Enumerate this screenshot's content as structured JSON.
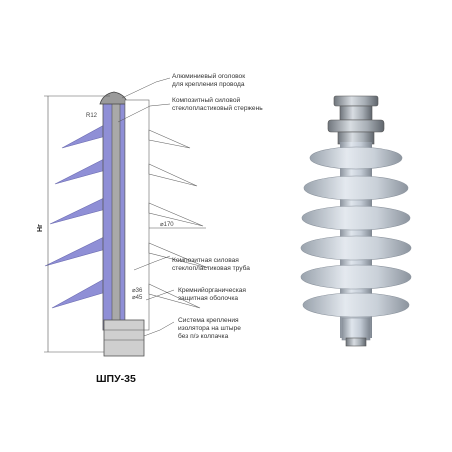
{
  "labels": {
    "cap": [
      "Алюминиевый оголовок",
      "для крепления провода"
    ],
    "rod": [
      "Композитный силовой",
      "стеклопластиковый стержень"
    ],
    "tube": [
      "Композитная силовая",
      "стеклопластиковая труба"
    ],
    "shell": [
      "Кремнийорганическая",
      "защитная оболочка"
    ],
    "mount": [
      "Система крепления",
      "изолятора на штыре",
      "без п/э колпачка"
    ]
  },
  "dimensions": {
    "radius": "R12",
    "shed_diameter": "⌀170",
    "d1": "⌀36",
    "d2": "⌀45",
    "height": "Hг"
  },
  "model": "ШПУ-35",
  "colors": {
    "shed_fill": "#8f8fd6",
    "shell_gray": "#9aa0aa",
    "photo_body": "#bfc8d2",
    "leader": "#555555"
  }
}
